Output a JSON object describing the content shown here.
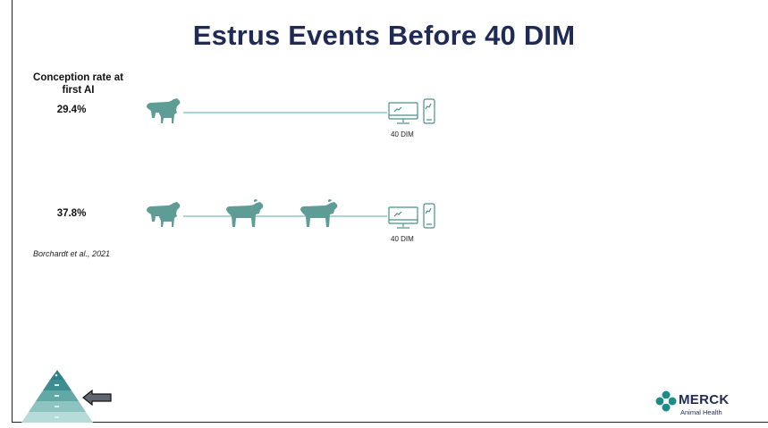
{
  "slide": {
    "title": "Estrus Events Before 40 DIM",
    "conception_header": "Conception rate at first AI",
    "row1": {
      "rate": "29.4%",
      "dim_label": "40 DIM"
    },
    "row2": {
      "rate": "37.8%",
      "dim_label": "40 DIM"
    },
    "citation": "Borchardt et al., 2021"
  },
  "logo": {
    "name": "MERCK",
    "subtitle": "Animal Health"
  },
  "colors": {
    "title": "#1f2a55",
    "icon_teal": "#5e9c96",
    "line": "#a9d5d3",
    "monitor": "#4a8f8a"
  }
}
